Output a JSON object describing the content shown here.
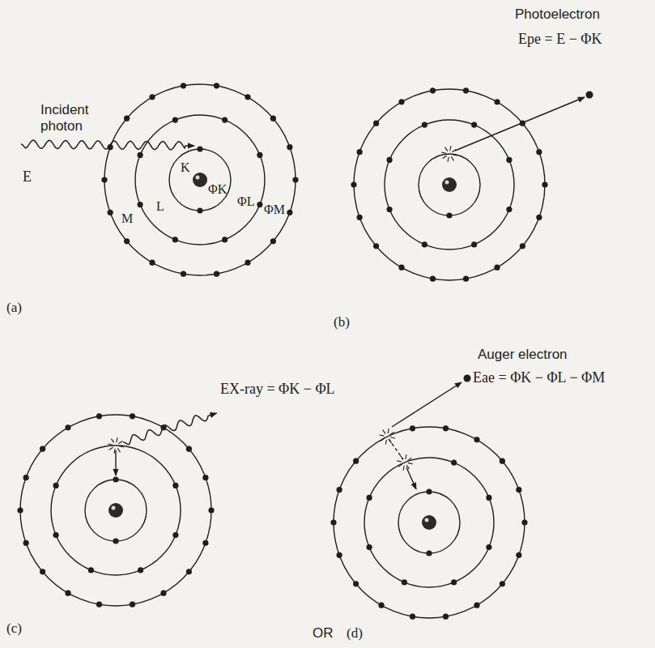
{
  "diagram": {
    "labels": [
      "Incident photon",
      "E",
      "K",
      "L",
      "M",
      "ΦK",
      "ΦL",
      "ΦM",
      "(a)",
      "Photoelectron",
      "Epe = E − ΦK",
      "(b)",
      "EX-ray = ΦK − ΦL",
      "(c)",
      "Auger electron",
      "Eae = ΦK − ΦL − ΦM",
      "OR",
      "(d)"
    ]
  }
}
